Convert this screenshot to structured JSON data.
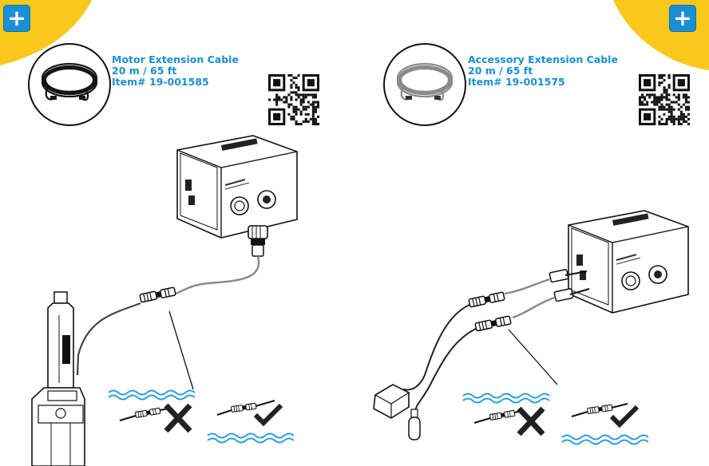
{
  "colors": {
    "accent_blue": "#1b8fd3",
    "corner_yellow": "#f9c81a",
    "water_blue": "#2b9de0"
  },
  "left_panel": {
    "title": "Motor Extension Cable",
    "length": "20 m / 65 ft",
    "item": "Item# 19-001585",
    "cable_color": "black",
    "icons": [
      "plus-icon",
      "qr-code-icon",
      "cross-icon",
      "check-icon",
      "water-icon"
    ]
  },
  "right_panel": {
    "title": "Accessory Extension Cable",
    "length": "20 m / 65 ft",
    "item": "Item# 19-001575",
    "cable_color": "gray",
    "icons": [
      "plus-icon",
      "qr-code-icon",
      "cross-icon",
      "check-icon",
      "water-icon"
    ]
  },
  "plus_label": "+"
}
